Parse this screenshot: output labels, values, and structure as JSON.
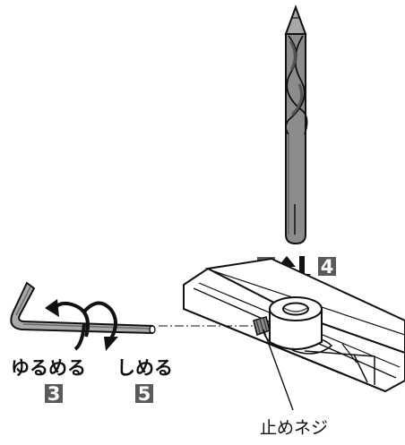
{
  "labels": {
    "loosen": "ゆるめる",
    "tighten": "しめる",
    "set_screw": "止めネジ"
  },
  "steps": {
    "loosen_step": "3",
    "tighten_step": "5",
    "drill_remove_step": "3",
    "drill_insert_step": "4"
  },
  "colors": {
    "step_badge": "#5a5a5a",
    "line": "#111111",
    "drill_shade": "#8c8c8c"
  },
  "icons": {
    "remove_arrow": "arrow-up-icon",
    "insert_arrow": "arrow-down-icon",
    "loosen_arrow": "curved-arrow-ccw-icon",
    "tighten_arrow": "curved-arrow-cw-icon"
  }
}
